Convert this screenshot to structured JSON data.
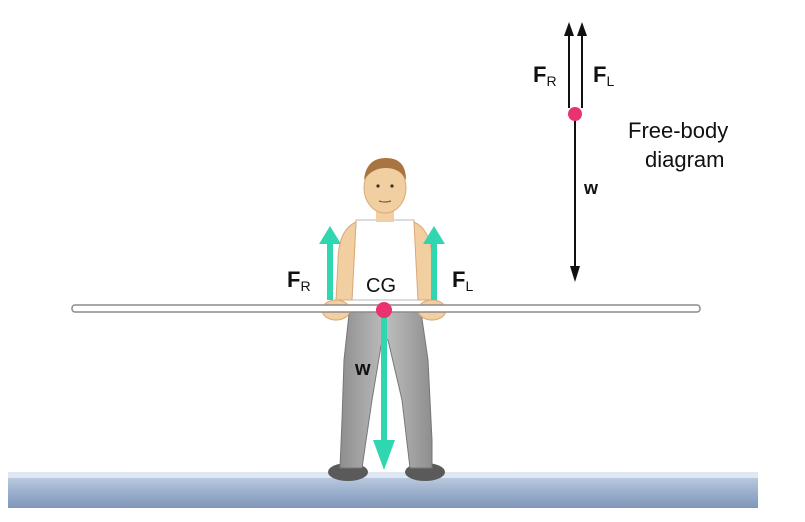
{
  "labels": {
    "fr_main": "F",
    "fr_main_sub": "R",
    "fl_main": "F",
    "fl_main_sub": "L",
    "w_main": "w",
    "cg": "CG",
    "fr_fbd": "F",
    "fr_fbd_sub": "R",
    "fl_fbd": "F",
    "fl_fbd_sub": "L",
    "w_fbd": "w",
    "fbd_line1": "Free-body",
    "fbd_line2": "diagram"
  },
  "colors": {
    "force_arrow": "#2fd6b0",
    "cg_dot": "#e8336f",
    "fbd_arrow": "#111111",
    "skin": "#f2cfa0",
    "pants": "#a9a9a9",
    "floor": "#9fb3cf"
  }
}
